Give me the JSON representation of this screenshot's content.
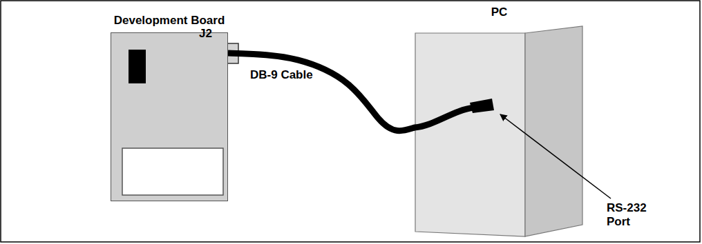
{
  "diagram": {
    "nodes": [
      {
        "text": [
          "Development Board"
        ]
      },
      {
        "text": [
          "PC"
        ]
      }
    ],
    "edges": [
      {
        "from": 0,
        "to": 1,
        "arrow": "none",
        "label": "DB-9 Cable"
      }
    ],
    "labels": [
      "J2",
      "RS-232 Port"
    ]
  }
}
